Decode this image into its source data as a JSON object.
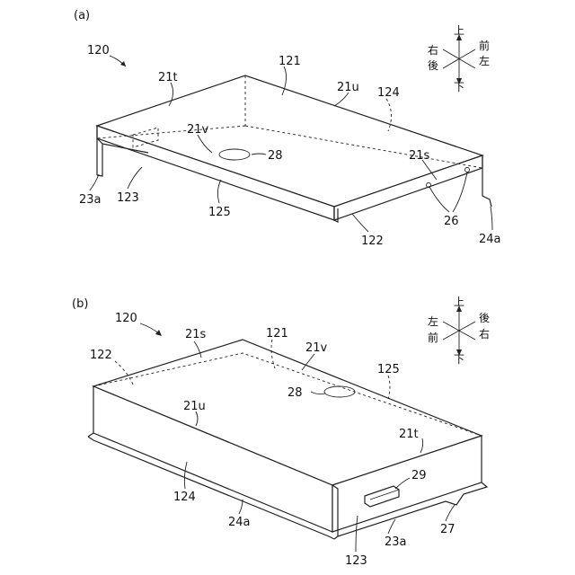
{
  "figure_a": {
    "panel_label": "(a)",
    "ref_120": "120",
    "ref_21t": "21t",
    "ref_121": "121",
    "ref_21u": "21u",
    "ref_124": "124",
    "ref_21v": "21v",
    "ref_28": "28",
    "ref_21s": "21s",
    "ref_23a": "23a",
    "ref_123": "123",
    "ref_125": "125",
    "ref_26": "26",
    "ref_122": "122",
    "ref_24a": "24a",
    "compass": {
      "up": "上",
      "down": "下",
      "left": "右",
      "left2": "後",
      "right": "前",
      "right2": "左"
    }
  },
  "figure_b": {
    "panel_label": "(b)",
    "ref_120": "120",
    "ref_21s": "21s",
    "ref_121": "121",
    "ref_21v": "21v",
    "ref_122": "122",
    "ref_125": "125",
    "ref_28": "28",
    "ref_21u": "21u",
    "ref_21t": "21t",
    "ref_29": "29",
    "ref_124": "124",
    "ref_24a": "24a",
    "ref_23a": "23a",
    "ref_27": "27",
    "ref_123": "123",
    "compass": {
      "up": "上",
      "down": "下",
      "left": "左",
      "left2": "前",
      "right": "後",
      "right2": "右"
    }
  }
}
